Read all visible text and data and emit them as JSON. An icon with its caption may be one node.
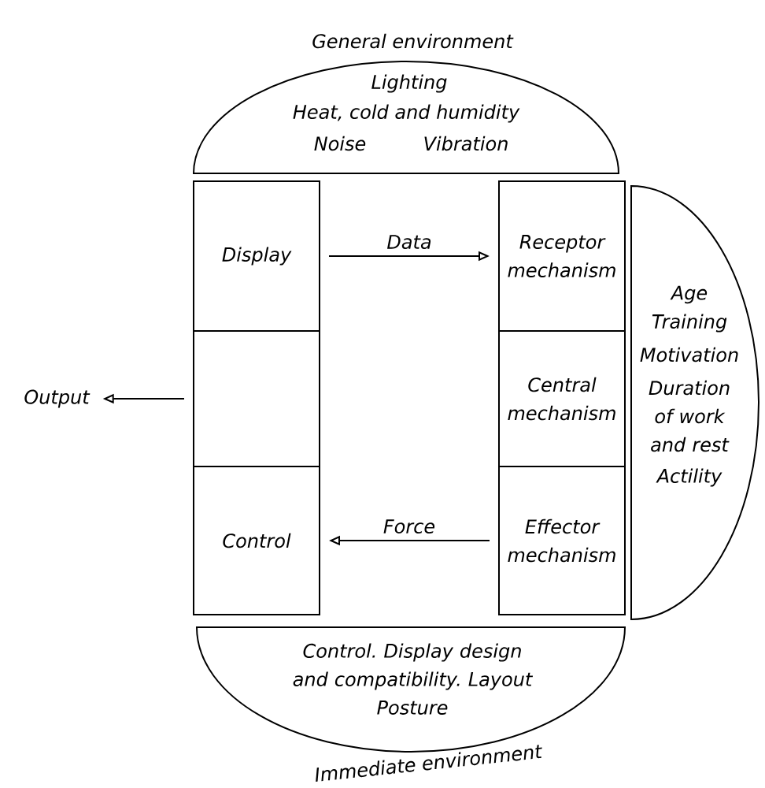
{
  "diagram": {
    "nodes": [
      {
        "text": [
          "General environment",
          "Lighting",
          "Heat, cold and humidity",
          "Noise",
          "Vibration"
        ]
      },
      {
        "text": [
          "Display"
        ]
      },
      {
        "text": [
          "Receptor mechanism"
        ]
      },
      {
        "text": [],
        "shape": "box"
      },
      {
        "text": [
          "Central mechanism"
        ]
      },
      {
        "text": [
          "Control"
        ]
      },
      {
        "text": [
          "Effector mechanism"
        ]
      },
      {
        "text": [
          "Age",
          "Training",
          "Motivation",
          "Duration of work and rest",
          "Actility"
        ]
      },
      {
        "text": [
          "Control. Display design and compatibility. Layout",
          "Posture",
          "Immediate environment"
        ]
      },
      {
        "text": [
          "Output"
        ]
      }
    ],
    "edges": [
      {
        "from": 1,
        "to": 2,
        "arrow": "to",
        "label": "Data"
      },
      {
        "from": 6,
        "to": 5,
        "arrow": "to",
        "label": "Force"
      },
      {
        "from": 3,
        "to": 9,
        "arrow": "to"
      }
    ]
  }
}
